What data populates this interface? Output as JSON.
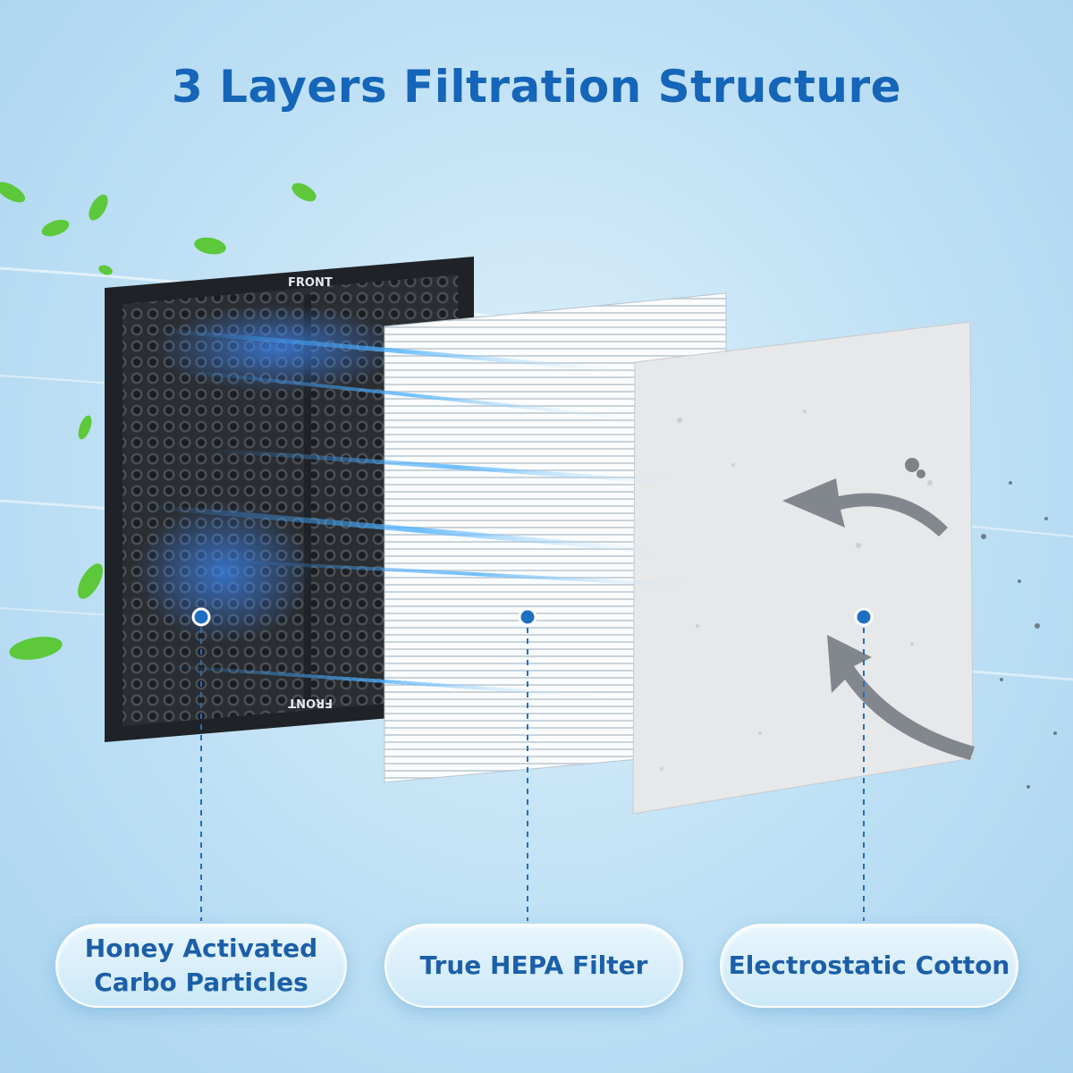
{
  "title": "3 Layers Filtration Structure",
  "front_label_top": "FRONT",
  "front_label_bottom": "FRONT",
  "layers": [
    {
      "label": "Honey Activated\nCarbo Particles"
    },
    {
      "label": "True HEPA Filter"
    },
    {
      "label": "Electrostatic Cotton"
    }
  ],
  "colors": {
    "title": "#1565b8",
    "label": "#1c5fa8",
    "dot": "#1f6fc1",
    "leaf": "#5cc83a"
  }
}
